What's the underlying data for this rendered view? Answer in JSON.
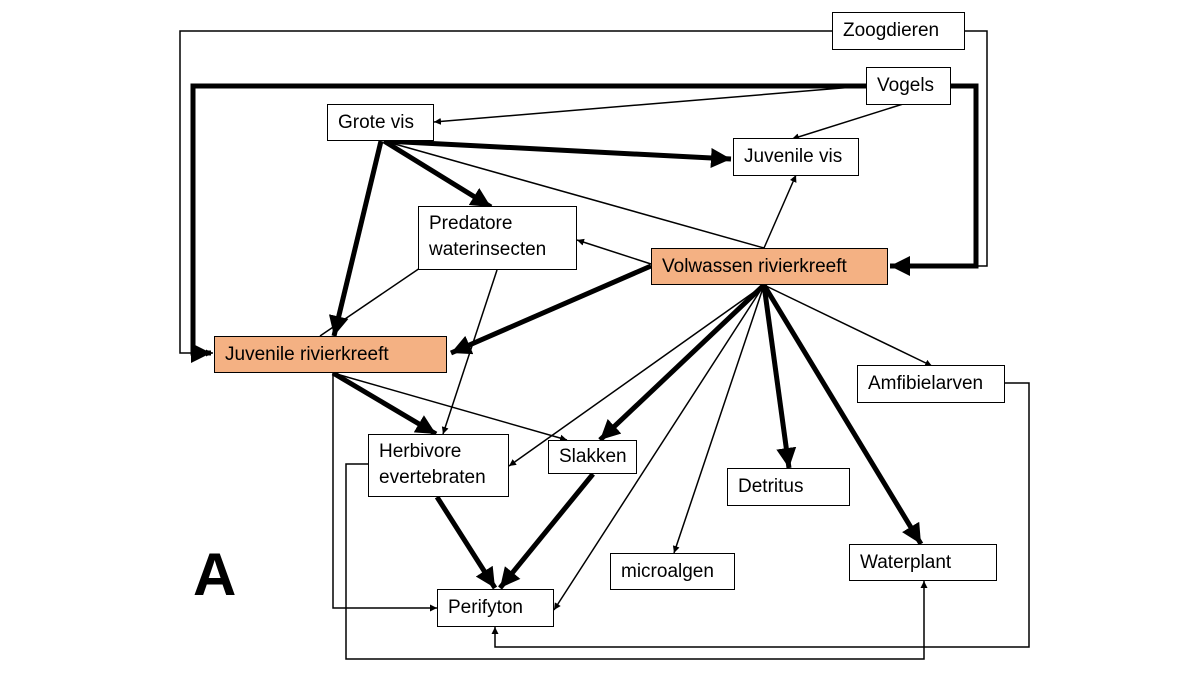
{
  "panel_label": "A",
  "highlight_color": "#f4b183",
  "nodes": {
    "zoogdieren": "Zoogdieren",
    "vogels": "Vogels",
    "grote_vis": "Grote vis",
    "juvenile_vis": "Juvenile vis",
    "predatore_waterinsecten": "Predatore\nwaterinsecten",
    "volwassen_rivierkreeft": "Volwassen rivierkreeft",
    "juvenile_rivierkreeft": "Juvenile rivierkreeft",
    "amfibielarven": "Amfibielarven",
    "herbivore_evertebraten": "Herbivore\nevertebraten",
    "slakken": "Slakken",
    "detritus": "Detritus",
    "microalgen": "microalgen",
    "waterplant": "Waterplant",
    "perifyton": "Perifyton"
  }
}
